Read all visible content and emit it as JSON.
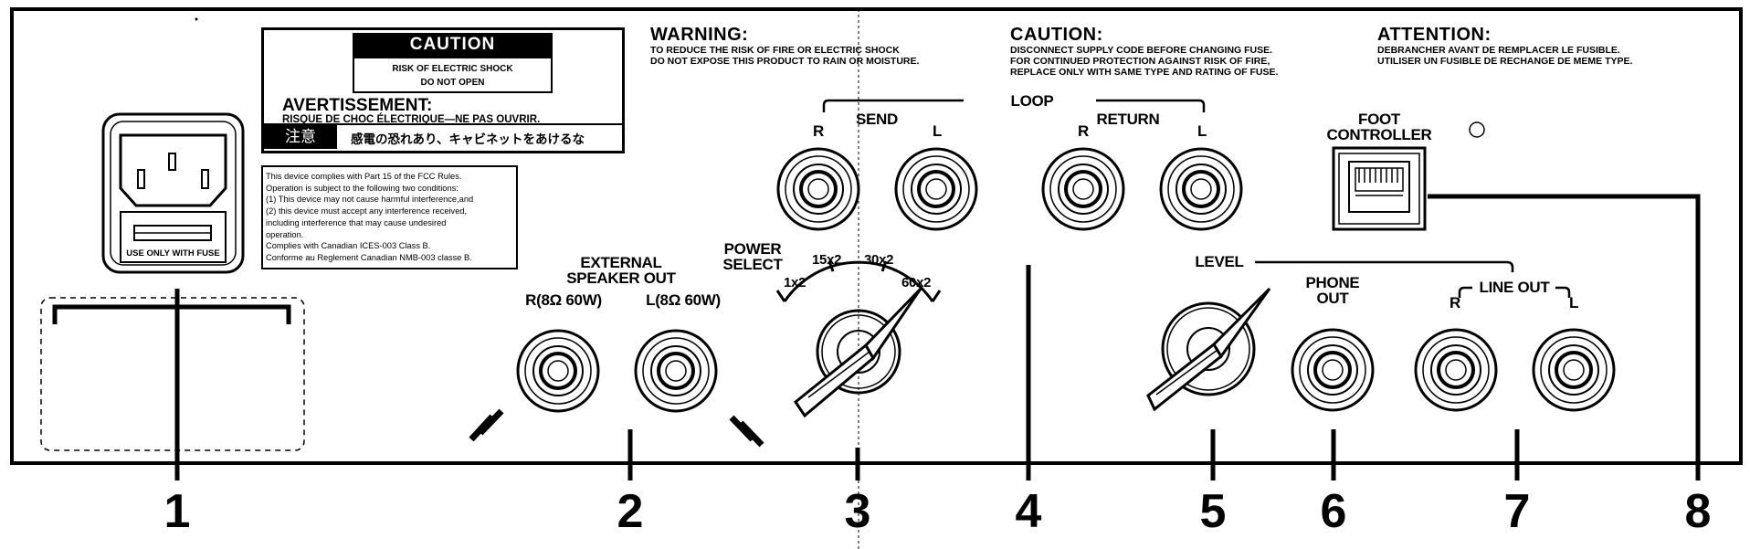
{
  "caution_label": {
    "header": "CAUTION",
    "line1": "RISK OF ELECTRIC SHOCK",
    "line2": "DO NOT OPEN",
    "avert_title": "AVERTISSEMENT:",
    "avert_text": "RISQUE DE CHOC ÉLECTRIQUE—NE PAS OUVRIR.",
    "jp_key": "注意",
    "jp_text": "感電の恐れあり、キャビネットをあけるな"
  },
  "fcc_notice": "This device complies with Part 15 of the FCC Rules.\nOperation is subject to the following two conditions:\n(1) This device may not cause harmful interference,and\n(2) this device must accept any interference received,\nincluding interference that may cause undesired\noperation.\nComplies with Canadian ICES-003 Class B.\nConforme au Reglement Canadian NMB-003 classe B.",
  "warnings": [
    {
      "title": "WARNING:",
      "text": "TO REDUCE THE RISK OF FIRE OR ELECTRIC SHOCK\nDO NOT EXPOSE THIS PRODUCT TO RAIN OR MOISTURE."
    },
    {
      "title": "CAUTION:",
      "text": "DISCONNECT SUPPLY CODE BEFORE CHANGING FUSE.\nFOR CONTINUED PROTECTION AGAINST RISK OF FIRE,\nREPLACE ONLY WITH SAME TYPE AND RATING OF FUSE."
    },
    {
      "title": "ATTENTION:",
      "text": "DEBRANCHER AVANT DE REMPLACER LE FUSIBLE.\nUTILISER UN FUSIBLE DE RECHANGE DE MEME TYPE."
    }
  ],
  "power_inlet": {
    "fuse_label": "USE ONLY WITH FUSE"
  },
  "speaker_out": {
    "title1": "EXTERNAL",
    "title2": "SPEAKER OUT",
    "right": "R(8Ω 60W)",
    "left": "L(8Ω 60W)"
  },
  "power_select": {
    "title1": "POWER",
    "title2": "SELECT",
    "options": [
      "1x2",
      "15x2",
      "30x2",
      "60x2"
    ]
  },
  "loop": {
    "title": "LOOP",
    "send": "SEND",
    "return": "RETURN",
    "r": "R",
    "l": "L"
  },
  "foot_controller": {
    "line1": "FOOT",
    "line2": "CONTROLLER"
  },
  "level": "LEVEL",
  "phone_out": {
    "line1": "PHONE",
    "line2": "OUT"
  },
  "line_out": {
    "title": "LINE OUT",
    "r": "R",
    "l": "L"
  },
  "callouts": [
    "1",
    "2",
    "3",
    "4",
    "5",
    "6",
    "7",
    "8"
  ]
}
